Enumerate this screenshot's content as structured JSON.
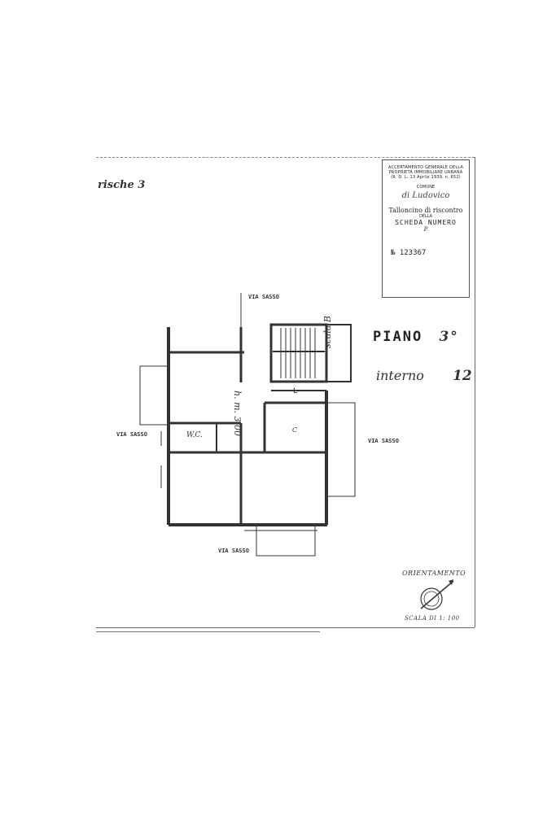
{
  "header": {
    "sheet_label": "rische 3"
  },
  "stamp": {
    "line1": "ACCERTAMENTO GENERALE DELLA",
    "line2": "PROPRIETÀ IMMOBILIARE URBANA",
    "line3": "(R. D. L. 13 Aprile 1939, n. 652)",
    "comune_label": "COMUNE",
    "comune_value": "di Ludovico",
    "talloncino": "Talloncino di riscontro",
    "della": "DELLA",
    "scheda": "SCHEDA NUMERO",
    "scheda_letter": "P",
    "number": "№ 123367"
  },
  "floor": {
    "piano_label": "PIANO",
    "piano_value": "3°",
    "interno_label": "interno",
    "interno_value": "12"
  },
  "plan": {
    "boundary_top": "VIA SASSO",
    "boundary_left": "VIA SASSO",
    "boundary_right": "VIA SASSO",
    "boundary_bottom": "VIA SASSO",
    "stair_label": "scala B",
    "height_note": "h. m. 3.00",
    "room_wc": "W.C.",
    "room_l": "L",
    "room_c": "C"
  },
  "orientation": {
    "title": "ORIENTAMENTO"
  },
  "scale": {
    "text": "SCALA DI 1: 100"
  }
}
